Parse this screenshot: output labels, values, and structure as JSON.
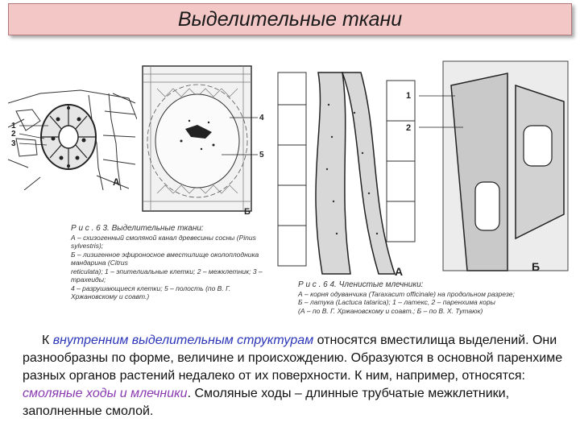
{
  "title": "Выделительные ткани",
  "figure63": {
    "heading": "Р и с . 6 3.  Выделительные ткани:",
    "lines": [
      "А – схизогенный смоляной канал древесины сосны (Pinus sylvestris);",
      "Б – лизигенное эфироносное вместилище околоплодника мандарина (Citrus",
      "reticulata); 1 – эпителиальные клетки; 2 – межклетник; 3 – трахеиды;",
      "4 – разрушающиеся клетки; 5 – полость (по В. Г. Хржановскому и соавт.)"
    ],
    "labels": {
      "A": "А",
      "B": "Б",
      "n1": "1",
      "n2": "2",
      "n3": "3",
      "n4": "4",
      "n5": "5"
    }
  },
  "figure64": {
    "heading": "Р и с . 6 4.  Членистые млечники:",
    "lines": [
      "А – корня одуванчика (Taraxacum officinale) на продольном разрезе;",
      "Б – латука (Lactuca tatarica); 1 – латекс, 2 – паренхима коры",
      "(А – по В. Г. Хржановскому и соавт.; Б – по В. Х. Тутаюк)"
    ],
    "labels": {
      "A": "А",
      "B": "Б",
      "n1": "1",
      "n2": "2"
    }
  },
  "paragraph": {
    "p1": "К ",
    "p2": "внутренним выделительным структурам",
    "p3": " относятся вместилища выделений. Они разнообразны по форме, величине и происхождению. Образуются в основной паренхиме разных органов растений недалеко от их поверхности. К ним, например, относятся: ",
    "p4": "смоляные ходы и млечники",
    "p5": ". Смоляные ходы – длинные трубчатые межклетники, заполненные смолой."
  },
  "colors": {
    "title_bg": "#f4c7c7",
    "highlight_blue": "#2a35b8",
    "highlight_purple": "#8a3ab0"
  }
}
